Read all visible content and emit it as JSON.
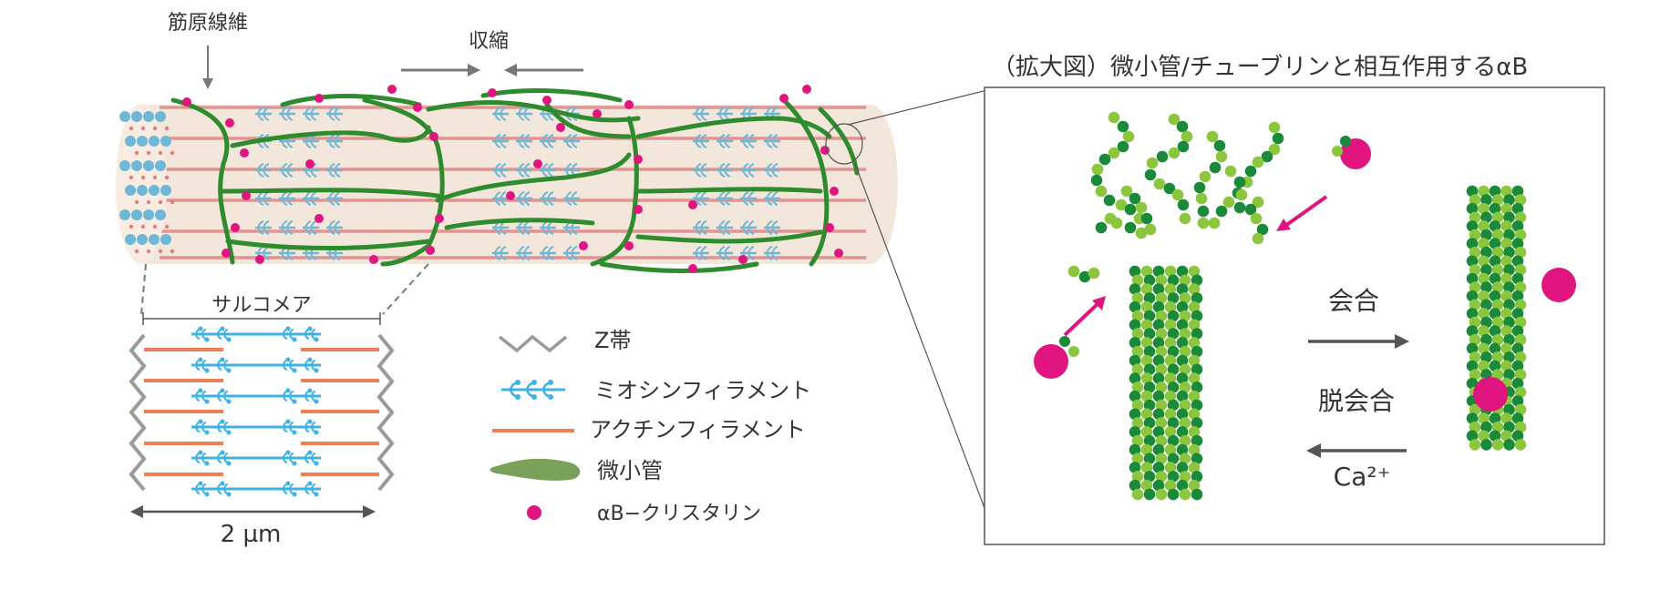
{
  "labels": {
    "myofibril": "筋原線維",
    "contraction": "収縮",
    "sarcomere": "サルコメア",
    "scale": "2 µm",
    "zoom_title": "（拡大図）微小管/チューブリンと相互作用するαB",
    "association": "会合",
    "dissociation": "脱会合",
    "calcium": "Ca²⁺"
  },
  "legend": [
    {
      "id": "z",
      "label": "Z帯"
    },
    {
      "id": "myosin",
      "label": "ミオシンフィラメント"
    },
    {
      "id": "actin",
      "label": "アクチンフィラメント"
    },
    {
      "id": "microtubule",
      "label": "微小管"
    },
    {
      "id": "crystallin",
      "label": "αB−クリスタリン"
    }
  ],
  "colors": {
    "fiber_fill": "#f3e6da",
    "fiber_end": "#f8ece2",
    "actin": "#e07f7f",
    "actin_legend": "#ec7f56",
    "myosin": "#6fb7d6",
    "myosin_bright": "#3db2e6",
    "microtubule": "#2e8b2e",
    "microtubule_legend": "#7aa05a",
    "crystallin": "#e0157f",
    "tubulin_dark": "#1a8a3a",
    "tubulin_light": "#8cc63f",
    "z_line": "#9a9a9a",
    "arrow": "#555555"
  }
}
